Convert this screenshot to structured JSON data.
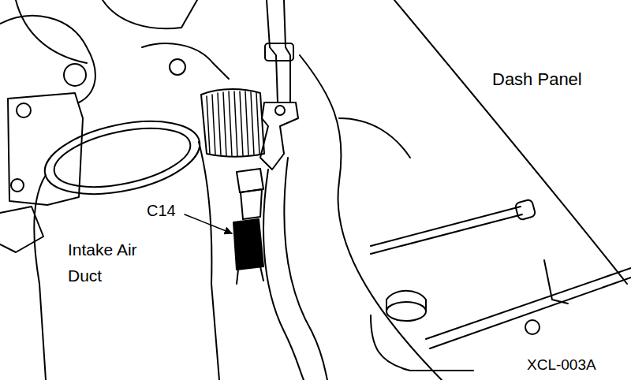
{
  "diagram": {
    "labels": [
      "Dash Panel",
      "C14",
      "Intake Air Duct",
      "XCL-003A"
    ]
  }
}
